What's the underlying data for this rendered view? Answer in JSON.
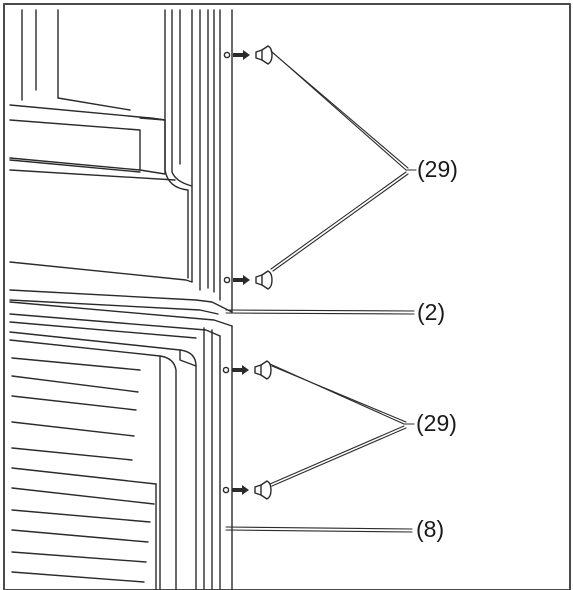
{
  "callouts": {
    "upper_pins": "(29)",
    "upper_door": "(2)",
    "lower_pins": "(29)",
    "lower_door": "(8)"
  },
  "colors": {
    "line": "#2b2b2b",
    "frame": "#4a4a4a",
    "background": "#ffffff"
  }
}
